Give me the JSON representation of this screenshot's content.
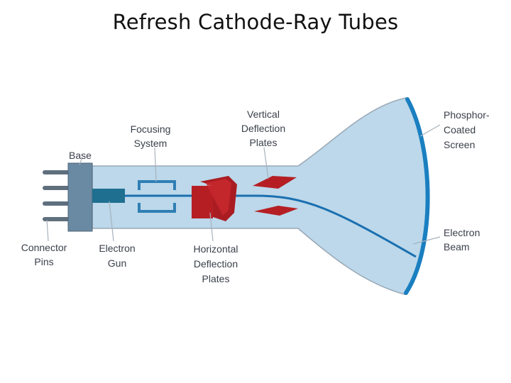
{
  "title": "Refresh Cathode-Ray Tubes",
  "colors": {
    "tube_fill": "#bcd8ea",
    "tube_outline": "#9aa9b6",
    "screen": "#1a7fc0",
    "beam": "#1a6fb0",
    "plates": "#b51f24",
    "focus": "#2f7fb4",
    "gun": "#1f6f90",
    "base": "#6a8aa3",
    "pins": "#5f6f7e",
    "label": "#3a3f4a"
  },
  "labels": {
    "base": "Base",
    "focusing_line1": "Focusing",
    "focusing_line2": "System",
    "vertical_line1": "Vertical",
    "vertical_line2": "Deflection",
    "vertical_line3": "Plates",
    "phosphor_line1": "Phosphor-",
    "phosphor_line2": "Coated",
    "phosphor_line3": "Screen",
    "connector_line1": "Connector",
    "connector_line2": "Pins",
    "gun_line1": "Electron",
    "gun_line2": "Gun",
    "horizontal_line1": "Horizontal",
    "horizontal_line2": "Deflection",
    "horizontal_line3": "Plates",
    "beam_line1": "Electron",
    "beam_line2": "Beam"
  }
}
